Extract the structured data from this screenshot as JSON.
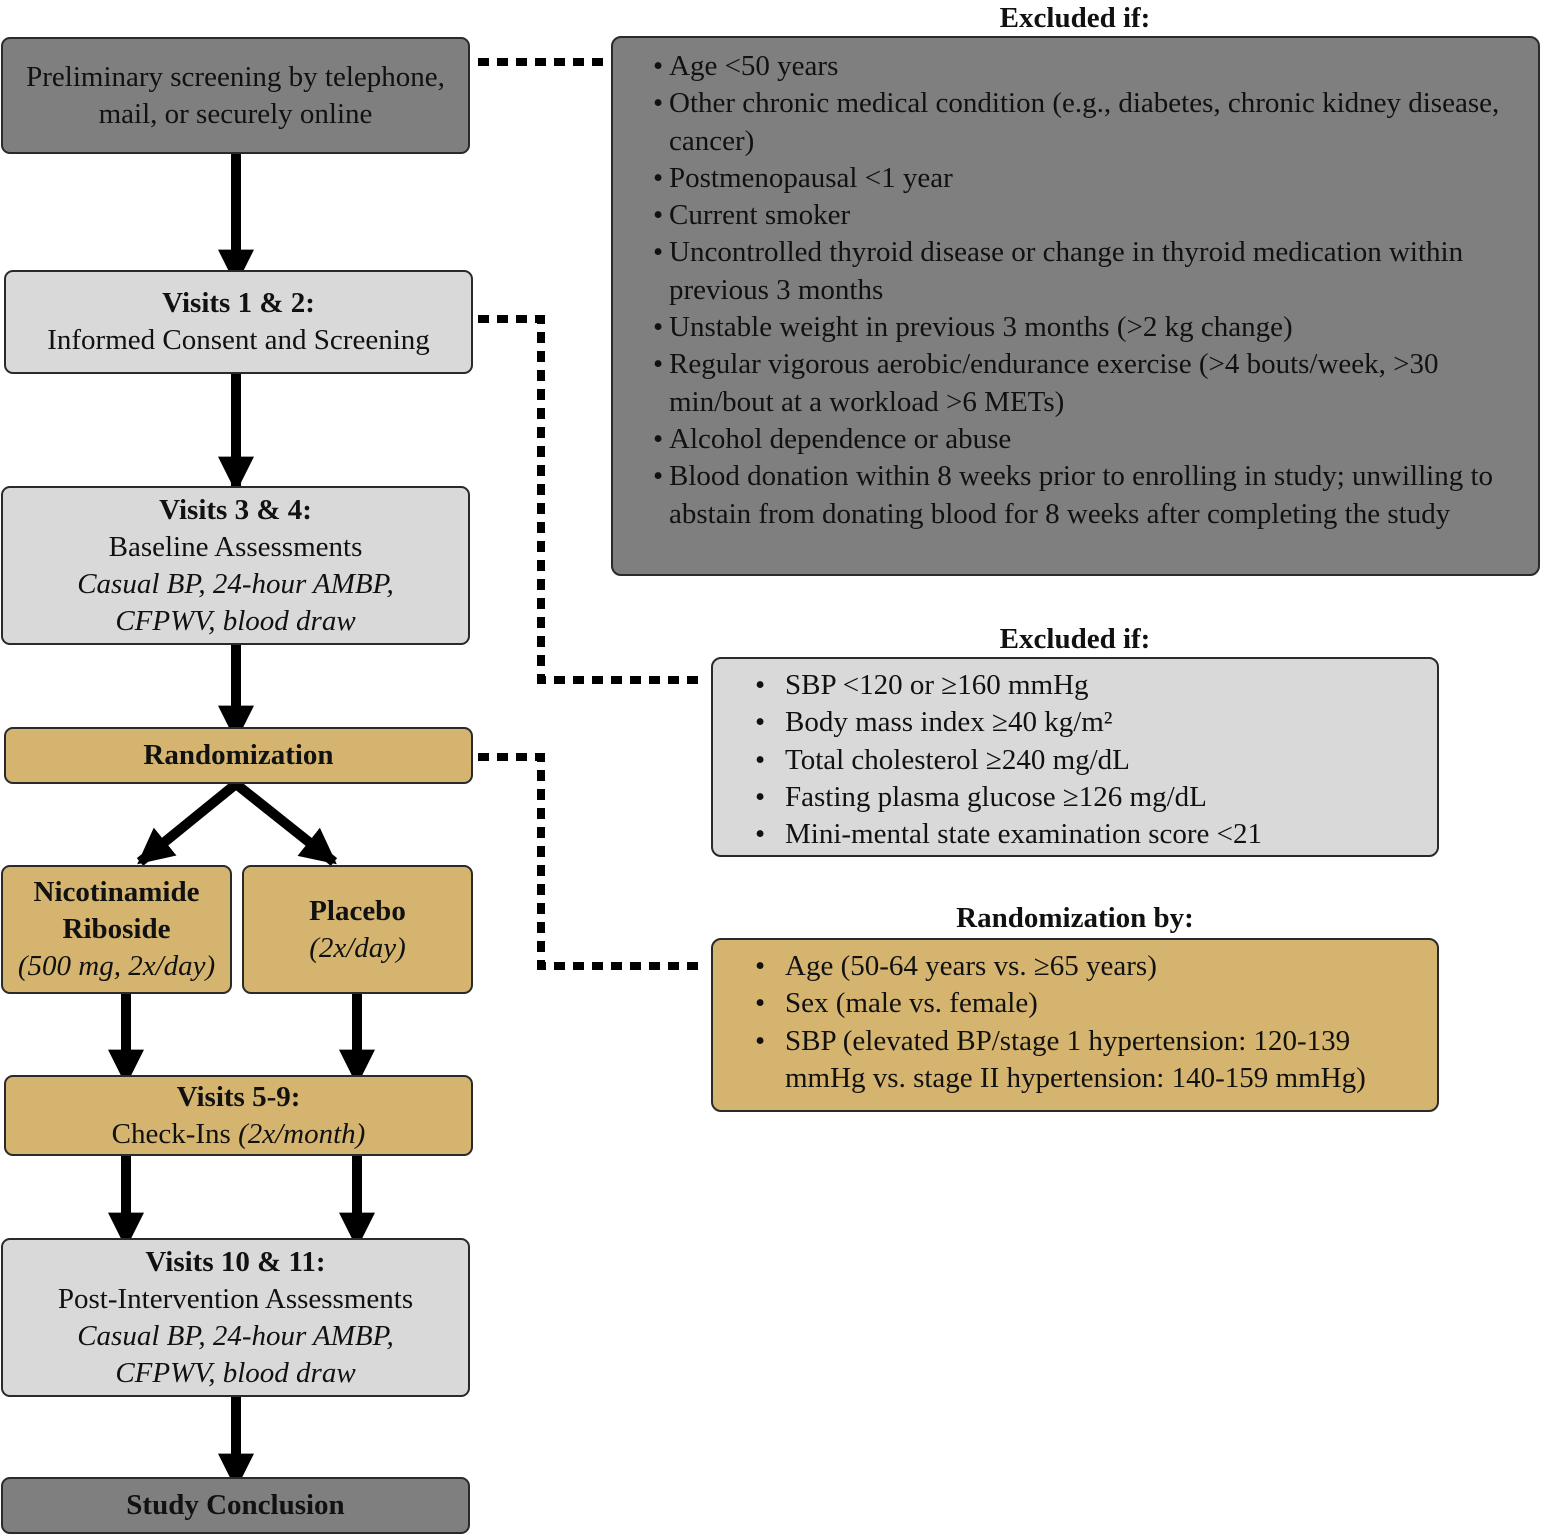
{
  "colors": {
    "dark_box": "#7f7f7f",
    "light_box": "#d9d9d9",
    "gold_box": "#d4b46e",
    "connector": "#000000"
  },
  "flow": {
    "prescreen": "Preliminary screening by telephone, mail, or securely online",
    "visits12": {
      "title": "Visits 1 & 2:",
      "text": "Informed Consent and Screening"
    },
    "visits34": {
      "title": "Visits 3 & 4:",
      "text": "Baseline Assessments",
      "detail": "Casual BP, 24-hour AMBP, CFPWV, blood draw"
    },
    "randomization": "Randomization",
    "nr": {
      "title": "Nicotinamide Riboside",
      "detail": "(500 mg, 2x/day)"
    },
    "placebo": {
      "title": "Placebo",
      "detail": "(2x/day)"
    },
    "visits59": {
      "title": "Visits 5-9:",
      "text": "Check-Ins ",
      "detail": "(2x/month)"
    },
    "visits1011": {
      "title": "Visits 10 & 11:",
      "text": "Post-Intervention Assessments",
      "detail": "Casual BP, 24-hour AMBP, CFPWV, blood draw"
    },
    "conclusion": "Study Conclusion"
  },
  "prescreen_exclusion": {
    "title": "Excluded if:",
    "items": [
      "Age <50 years",
      "Other chronic medical condition (e.g., diabetes, chronic kidney disease, cancer)",
      "Postmenopausal <1 year",
      "Current smoker",
      "Uncontrolled thyroid disease or change in thyroid medication within previous 3 months",
      "Unstable weight in previous 3 months (>2 kg change)",
      "Regular vigorous aerobic/endurance exercise (>4 bouts/week, >30 min/bout at a workload >6 METs)",
      "Alcohol dependence or abuse",
      "Blood donation within 8 weeks prior to enrolling in study; unwilling to abstain from donating blood for 8 weeks after completing the study"
    ]
  },
  "screening_exclusion": {
    "title": "Excluded if:",
    "items": [
      "SBP <120 or ≥160 mmHg",
      "Body mass index ≥40 kg/m²",
      "Total cholesterol ≥240 mg/dL",
      "Fasting plasma glucose ≥126 mg/dL",
      "Mini-mental state examination score <21"
    ]
  },
  "randomization_by": {
    "title": "Randomization by:",
    "items": [
      "Age (50-64 years vs. ≥65 years)",
      "Sex (male vs. female)",
      "SBP (elevated BP/stage 1 hypertension: 120-139 mmHg vs. stage II hypertension: 140-159 mmHg)"
    ]
  }
}
